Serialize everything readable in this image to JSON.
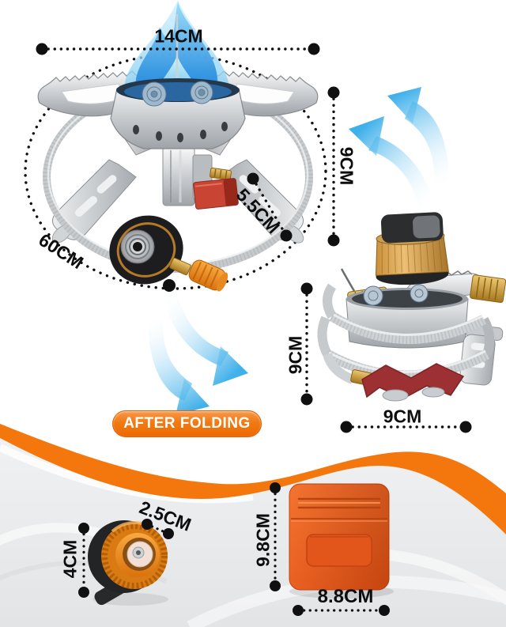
{
  "colors": {
    "accent_orange": "#f4770e",
    "arrow_blue": "#3fb0ea",
    "dimension_black": "#101010",
    "flame_blue": "#1976d2",
    "case_orange": "#e95c1b",
    "background_bottom_gray": "#e7e9eb"
  },
  "stove_open": {
    "width": {
      "label": "14CM"
    },
    "height": {
      "label": "9CM"
    },
    "leg": {
      "label": "5.5CM"
    },
    "hose": {
      "label": "60CM"
    }
  },
  "stove_folded": {
    "height": {
      "label": "9CM"
    },
    "width": {
      "label": "9CM"
    },
    "badge": {
      "label": "AFTER FOLDING"
    }
  },
  "adapter": {
    "diameter": {
      "label": "2.5CM"
    },
    "height": {
      "label": "4CM"
    }
  },
  "storage_case": {
    "height": {
      "label": "9.8CM"
    },
    "width": {
      "label": "8.8CM"
    }
  }
}
